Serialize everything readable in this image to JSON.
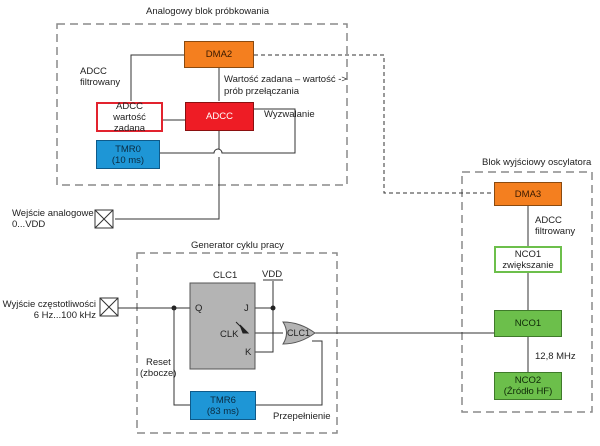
{
  "blocks": {
    "analog": {
      "title": "Analogowy blok próbkowania",
      "dma2": "DMA2",
      "adcc_filtered_1": "ADCC",
      "adcc_filtered_2": "filtrowany",
      "setpoint_note_1": "Wartość zadana – wartość ->",
      "setpoint_note_2": "prób przełączania",
      "adcc_setpoint_1": "ADCC",
      "adcc_setpoint_2": "wartość zadana",
      "adcc": "ADCC",
      "trigger": "Wyzwalanie",
      "tmr0_1": "TMR0",
      "tmr0_2": "(10 ms)"
    },
    "analog_input": {
      "line1": "Wejście analogowe",
      "line2": "0...VDD"
    },
    "duty": {
      "title": "Generator cyklu pracy",
      "clc1_title": "CLC1",
      "vdd": "VDD",
      "pin_q": "Q",
      "pin_j": "J",
      "pin_clk": "CLK",
      "pin_k": "K",
      "gate": "CLC1",
      "reset_1": "Reset",
      "reset_2": "(zbocze)",
      "tmr6_1": "TMR6",
      "tmr6_2": "(83 ms)",
      "overflow": "Przepełnienie"
    },
    "freq_output": {
      "line1": "Wyjście częstotliwości",
      "line2": "6 Hz...100 kHz"
    },
    "osc": {
      "title": "Blok wyjściowy oscylatora",
      "dma3": "DMA3",
      "adcc_filtered_1": "ADCC",
      "adcc_filtered_2": "filtrowany",
      "nco1_inc_1": "NCO1",
      "nco1_inc_2": "zwiększanie",
      "nco1": "NCO1",
      "freq": "12,8 MHz",
      "nco2_1": "NCO2",
      "nco2_2": "(Źródło HF)"
    }
  },
  "colors": {
    "orange": "#f47f1f",
    "red": "#ee1c25",
    "blue": "#1e96d6",
    "green": "#6cbf4b",
    "gray": "#b4b4b4"
  }
}
